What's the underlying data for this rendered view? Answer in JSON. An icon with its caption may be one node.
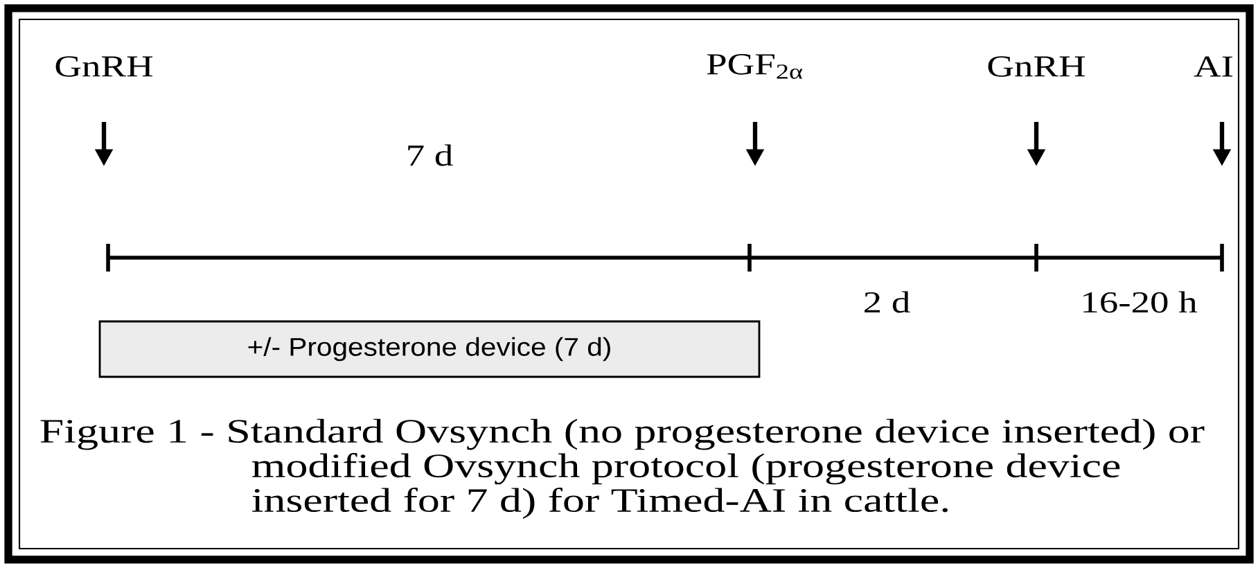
{
  "diagram": {
    "caption": "Figure 1 - Standard Ovsynch (no progesterone device inserted) or modified Ovsynch protocol (progesterone device inserted for 7 d) for Timed-AI in cattle.",
    "nodes": [
      {
        "text": [
          "+/- Progesterone device (7 d)"
        ]
      }
    ],
    "labels": [
      "GnRH",
      "PGF$_{2α}$",
      "GnRH",
      "AI",
      "7 d",
      "2 d",
      "16-20 h"
    ]
  }
}
